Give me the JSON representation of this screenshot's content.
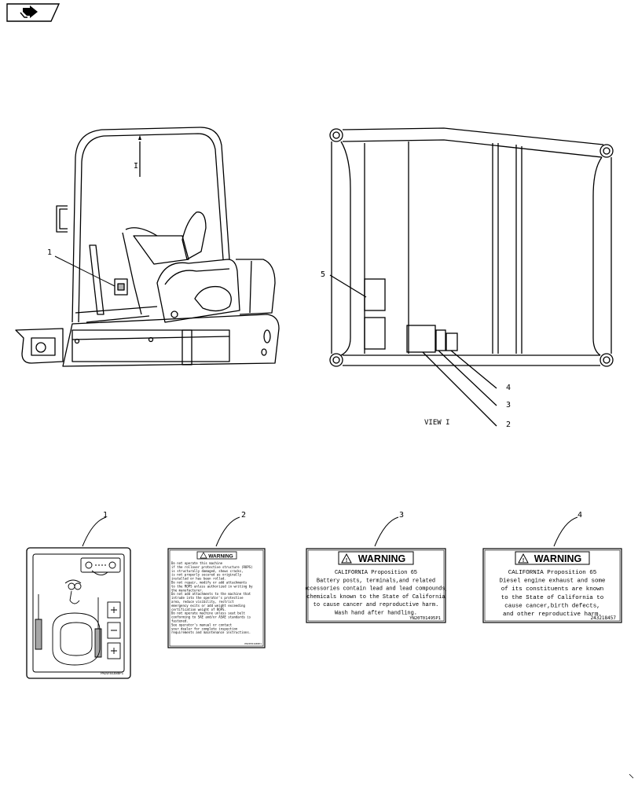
{
  "callouts": {
    "c1": "1",
    "c2": "2",
    "c3": "3",
    "c4": "4",
    "c5": "5",
    "view_arrow": "I"
  },
  "view_label": "VIEW I",
  "decal_labels": {
    "d1": "1",
    "d2": "2",
    "d3": "3",
    "d4": "4"
  },
  "decal1": {
    "part_no": "PH20T01686P1"
  },
  "decal2": {
    "header": "WARNING",
    "lines": [
      "Do not operate this machine",
      "if the rollover protective structure (ROPS)",
      "is structurally damaged, shows cracks,",
      "is not properly secured as originally",
      "installed or has been rolled.",
      "Do not repair, modify or add attachments",
      "to the ROPS unless authorized in writing by",
      "the manufacturer.",
      "Do not add attachments to the machine that",
      "intrude into the operator's protective",
      "area, reduce visibility, restrict",
      "emergency exits or add weight exceeding",
      "certification weight of ROPS.",
      "Do not operate machine unless seat belt",
      "conforming to SAE and/or ASAE standards is",
      "fastened.",
      "See operator's manual or contact",
      "your dealer for complete inspection",
      "requirements and maintenance instructions."
    ],
    "part_no": "PH20T01685P1"
  },
  "decal3": {
    "header": "WARNING",
    "lines": [
      "CALIFORNIA Proposition 65",
      "Battery posts, terminals,and related",
      "accessories contain lead and lead compounds,",
      "chemicals known to the State of California",
      "to cause cancer and reproductive harm.",
      "Wash hand after handling."
    ],
    "part_no": "YN20T01495P1"
  },
  "decal4": {
    "header": "WARNING",
    "lines": [
      "CALIFORNIA Proposition 65",
      "Diesel engine exhaust and some",
      "of its constituents are known",
      "to the State of California to",
      "cause cancer,birth defects,",
      "and other reproductive harm."
    ],
    "part_no": "243218457"
  }
}
